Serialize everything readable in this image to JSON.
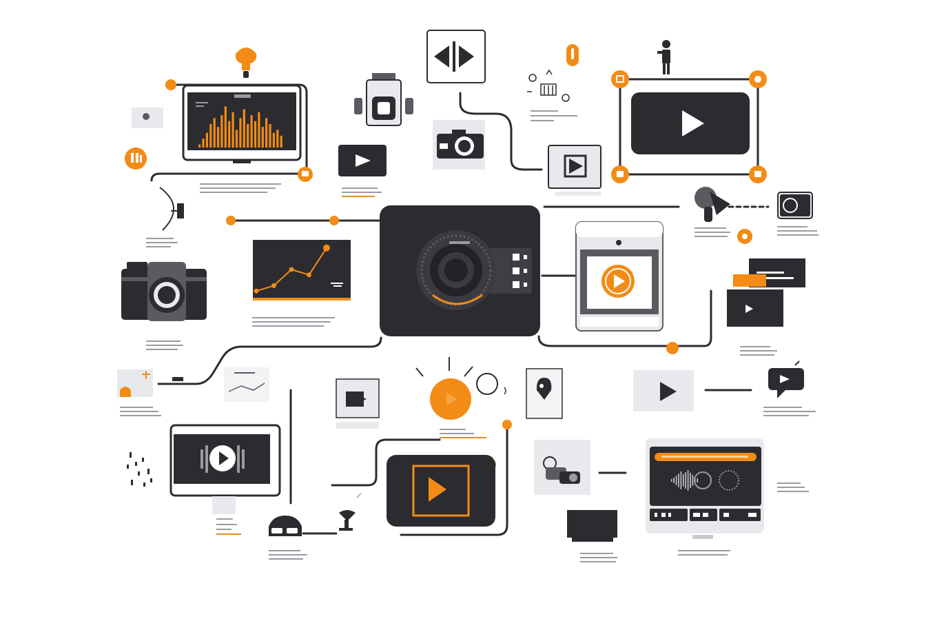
{
  "diagram": {
    "title": "",
    "hub_name": "",
    "colors": {
      "accent": "#F28C16",
      "dark": "#2B2B30",
      "mid": "#5A5A60",
      "light": "#E8E9EC",
      "line": "#2B2B30",
      "placeholder_text": "#9A9AA2",
      "placeholder_text_accent": "#E8882E"
    },
    "bar_chart": {
      "values": [
        1,
        3,
        5,
        8,
        10,
        7,
        11,
        14,
        9,
        12,
        6,
        10,
        13,
        8,
        11,
        9,
        12,
        7,
        10,
        8,
        5,
        6,
        4
      ],
      "value_range": [
        0,
        15
      ]
    },
    "line_chart": {
      "values": [
        1,
        2,
        5,
        4,
        9
      ],
      "value_range": [
        0,
        10
      ]
    },
    "icons": [
      "lightbulb-icon",
      "monitor-bar-chart-icon",
      "dark-play-card-icon",
      "projector-icon",
      "rewind-forward-icon",
      "camera-icon",
      "player-play-icon",
      "person-icon",
      "large-video-frame-icon",
      "microphone-icon",
      "webcam-icon",
      "hub-camera-icon",
      "tablet-player-icon",
      "stacked-cards-icon",
      "dslr-camera-icon",
      "line-chart-card-icon",
      "sun-play-icon",
      "video-monitor-icon",
      "central-player-icon",
      "desktop-monitor-icon",
      "webcam-desk-icon",
      "speech-bubble-icon",
      "vr-headset-icon",
      "waveform-monitor-icon"
    ]
  }
}
